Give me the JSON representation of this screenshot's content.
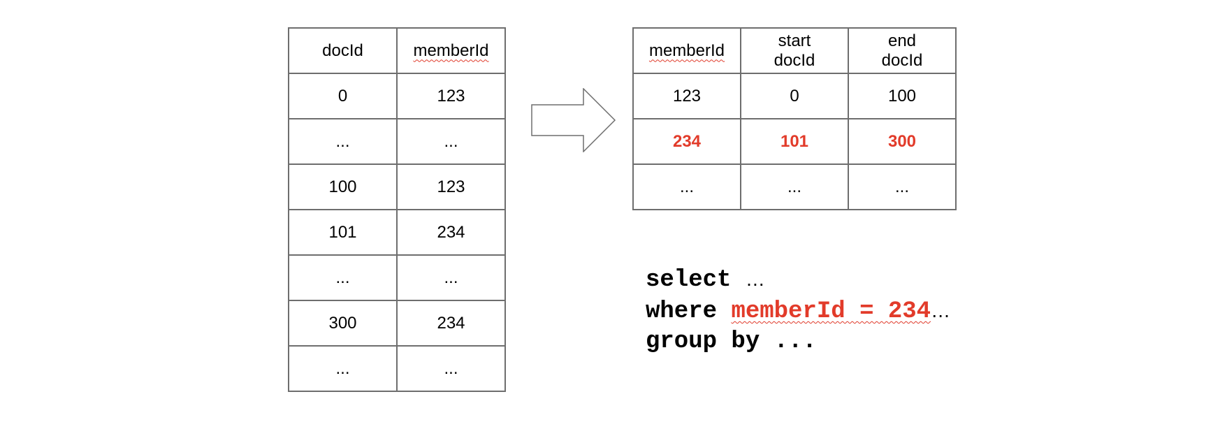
{
  "left_table": {
    "headers": [
      "docId",
      "memberId"
    ],
    "rows": [
      [
        "0",
        "123"
      ],
      [
        "...",
        "..."
      ],
      [
        "100",
        "123"
      ],
      [
        "101",
        "234"
      ],
      [
        "...",
        "..."
      ],
      [
        "300",
        "234"
      ],
      [
        "...",
        "..."
      ]
    ]
  },
  "right_table": {
    "headers": [
      [
        "memberId"
      ],
      [
        "start",
        "docId"
      ],
      [
        "end",
        "docId"
      ]
    ],
    "rows": [
      [
        "123",
        "0",
        "100"
      ],
      [
        "234",
        "101",
        "300"
      ],
      [
        "...",
        "...",
        "..."
      ]
    ],
    "highlight_row_index": 1
  },
  "query": {
    "line1": "select",
    "line1_tail": "…",
    "line2_kw": "where",
    "line2_expr": "memberId = 234",
    "line2_tail": "…",
    "line3": "group by ..."
  },
  "colors": {
    "highlight": "#e23b2a",
    "border": "#6e6e6e"
  },
  "icons": {
    "transform_arrow": "right-arrow-outline-icon"
  }
}
